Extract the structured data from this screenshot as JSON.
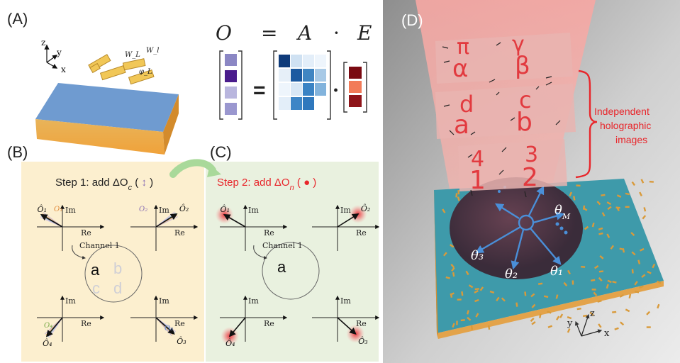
{
  "panel_labels": {
    "a": "(A)",
    "b": "(B)",
    "c": "(C)",
    "d": "(D)"
  },
  "panel_a": {
    "axis_x": "x",
    "axis_y": "y",
    "axis_z": "z",
    "dim_length": "W_L",
    "dim_width": "W_l",
    "angle": "φ_L"
  },
  "equation": {
    "lhs": "O",
    "equals": "=",
    "a": "A",
    "dot": "·",
    "e": "E"
  },
  "matrices": {
    "o_colors": [
      "#8b87c4",
      "#4a1c8c",
      "#b9b6de",
      "#9a97cf"
    ],
    "a_colors": [
      [
        "#0f3b7a",
        "#cfe1f2",
        "#e3eef9",
        "#eef5fc"
      ],
      [
        "#e6eff8",
        "#1c5aa0",
        "#3f85c2",
        "#a7c9e6"
      ],
      [
        "#eef5fc",
        "#d8e7f5",
        "#3a83c4",
        "#82b3dc"
      ],
      [
        "#e3eef9",
        "#3e86c6",
        "#2f78bd",
        "#ffffff"
      ]
    ],
    "e_colors": [
      "#7a0a12",
      "#f27b58",
      "#8f151a"
    ]
  },
  "step1": {
    "label": "Step 1: add ΔO",
    "sub": "c"
  },
  "step2": {
    "label": "Step 2: add ΔO",
    "sub": "n"
  },
  "complex_plane": {
    "re": "Re",
    "im": "Im",
    "channel": "Channel 1"
  },
  "channel_letters": {
    "main": "a",
    "b": "b",
    "c": "c",
    "d": "d"
  },
  "vectors": {
    "o1": "Ô₁",
    "o2": "Ô₂",
    "o3": "Ô₃",
    "o4": "Ô₄",
    "O1": "O₁",
    "O2": "O₂",
    "O3": "O₃",
    "O4": "O₄"
  },
  "panel_d": {
    "layer1": [
      "π",
      "γ",
      "α",
      "β"
    ],
    "layer2": [
      "d",
      "c",
      "a",
      "b"
    ],
    "layer3": [
      "4",
      "3",
      "1",
      "2"
    ],
    "annotation": [
      "Independent",
      "holographic",
      "images"
    ],
    "theta_m": "θ_M",
    "theta_3": "θ₃",
    "theta_2": "θ₂",
    "theta_1": "θ₁",
    "axis_x": "x",
    "axis_y": "y",
    "axis_z": "z"
  }
}
